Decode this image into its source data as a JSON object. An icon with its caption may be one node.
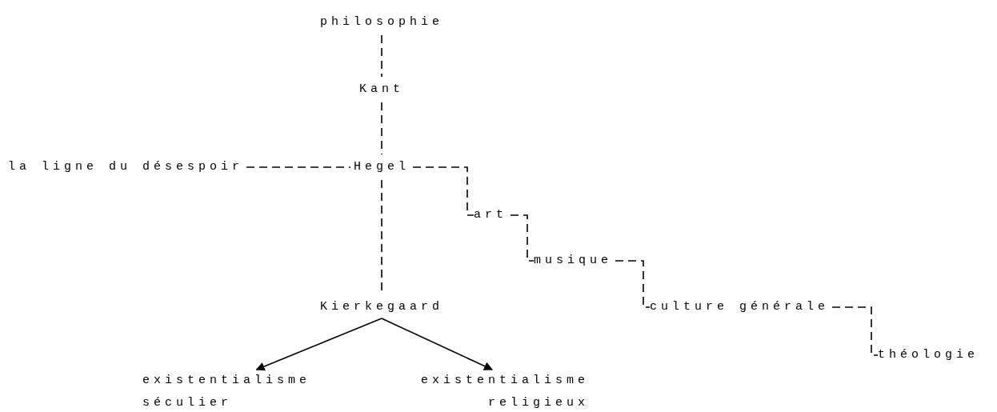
{
  "diagram": {
    "nodes": [
      {
        "text": [
          "philosophie"
        ]
      },
      {
        "text": [
          "Kant"
        ]
      },
      {
        "text": [
          "la ligne du désespoir"
        ]
      },
      {
        "text": [
          "Hegel"
        ]
      },
      {
        "text": [
          "art"
        ]
      },
      {
        "text": [
          "musique"
        ]
      },
      {
        "text": [
          "culture générale"
        ]
      },
      {
        "text": [
          "théologie"
        ]
      },
      {
        "text": [
          "Kierkegaard"
        ]
      },
      {
        "text": [
          "existentialisme séculier"
        ]
      },
      {
        "text": [
          "existentialisme religieux"
        ]
      }
    ],
    "edges": [
      {
        "from": 0,
        "to": 1,
        "arrow": "none",
        "style": "dashed"
      },
      {
        "from": 1,
        "to": 3,
        "arrow": "none",
        "style": "dashed"
      },
      {
        "from": 2,
        "to": 3,
        "arrow": "none",
        "style": "dashed"
      },
      {
        "from": 3,
        "to": 4,
        "arrow": "none",
        "style": "dashed"
      },
      {
        "from": 4,
        "to": 5,
        "arrow": "none",
        "style": "dashed"
      },
      {
        "from": 5,
        "to": 6,
        "arrow": "none",
        "style": "dashed"
      },
      {
        "from": 6,
        "to": 7,
        "arrow": "none",
        "style": "dashed"
      },
      {
        "from": 3,
        "to": 8,
        "arrow": "none",
        "style": "dashed"
      },
      {
        "from": 8,
        "to": 9,
        "arrow": "to"
      },
      {
        "from": 8,
        "to": 10,
        "arrow": "to"
      }
    ]
  }
}
